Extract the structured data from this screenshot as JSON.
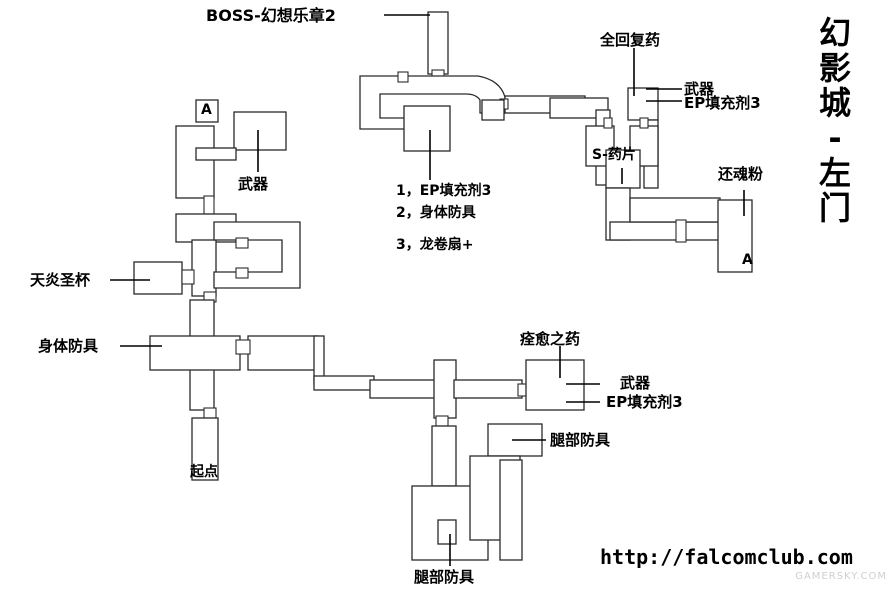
{
  "title": {
    "chars": [
      "幻",
      "影",
      "城",
      "-",
      "左",
      "门"
    ]
  },
  "website": "http://falcomclub.com",
  "watermark": "GAMERSKY.COM",
  "markers": {
    "a_top_left": "A",
    "a_right": "A",
    "save_point": "S-药片",
    "start": "起点"
  },
  "labels": {
    "boss": "BOSS-幻想乐章2",
    "full_heal": "全回复药",
    "weapon_top_right": "武器",
    "ep_top_right": "EP填充剂3",
    "revive_powder": "还魂粉",
    "weapon_left": "武器",
    "fire_cup": "天炎圣杯",
    "body_armor_left": "身体防具",
    "boss_room_item_1": "1，EP填充剂3",
    "boss_room_item_2": "2，身体防具",
    "boss_room_item_3": "3，龙卷扇+",
    "heal_medicine": "痊愈之药",
    "weapon_bottom": "武器",
    "ep_bottom": "EP填充剂3",
    "leg_armor_right": "腿部防具",
    "leg_armor_bottom": "腿部防具"
  },
  "colors": {
    "wall": "#2a2a2a",
    "text": "#000000",
    "watermark": "#cfcfcf"
  }
}
